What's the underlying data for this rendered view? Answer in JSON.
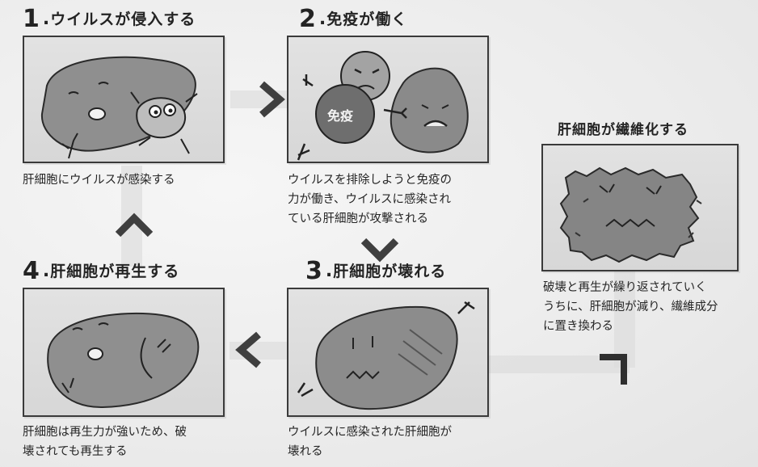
{
  "steps": [
    {
      "number": "1",
      "title": "ウイルスが侵入する",
      "caption_lines": [
        "肝細胞にウイルスが感染する"
      ]
    },
    {
      "number": "2",
      "title": "免疫が働く",
      "caption_lines": [
        "ウイルスを排除しようと免疫の",
        "力が働き、ウイルスに感染され",
        "ている肝細胞が攻撃される"
      ],
      "immune_label": "免疫"
    },
    {
      "number": "3",
      "title": "肝細胞が壊れる",
      "caption_lines": [
        "ウイルスに感染された肝細胞が",
        "壊れる"
      ]
    },
    {
      "number": "4",
      "title": "肝細胞が再生する",
      "caption_lines": [
        "肝細胞は再生力が強いため、破",
        "壊されても再生する"
      ]
    }
  ],
  "fibrosis": {
    "title": "肝細胞が繊維化する",
    "caption_lines": [
      "破壊と再生が繰り返されていく",
      "うちに、肝細胞が減り、繊維成分",
      "に置き換わる"
    ]
  },
  "colors": {
    "frame_border": "#3a3a3a",
    "cell_fill": "#8d8d8d",
    "arrow": "#3f3f3f",
    "connector": "#cfcfcf"
  }
}
